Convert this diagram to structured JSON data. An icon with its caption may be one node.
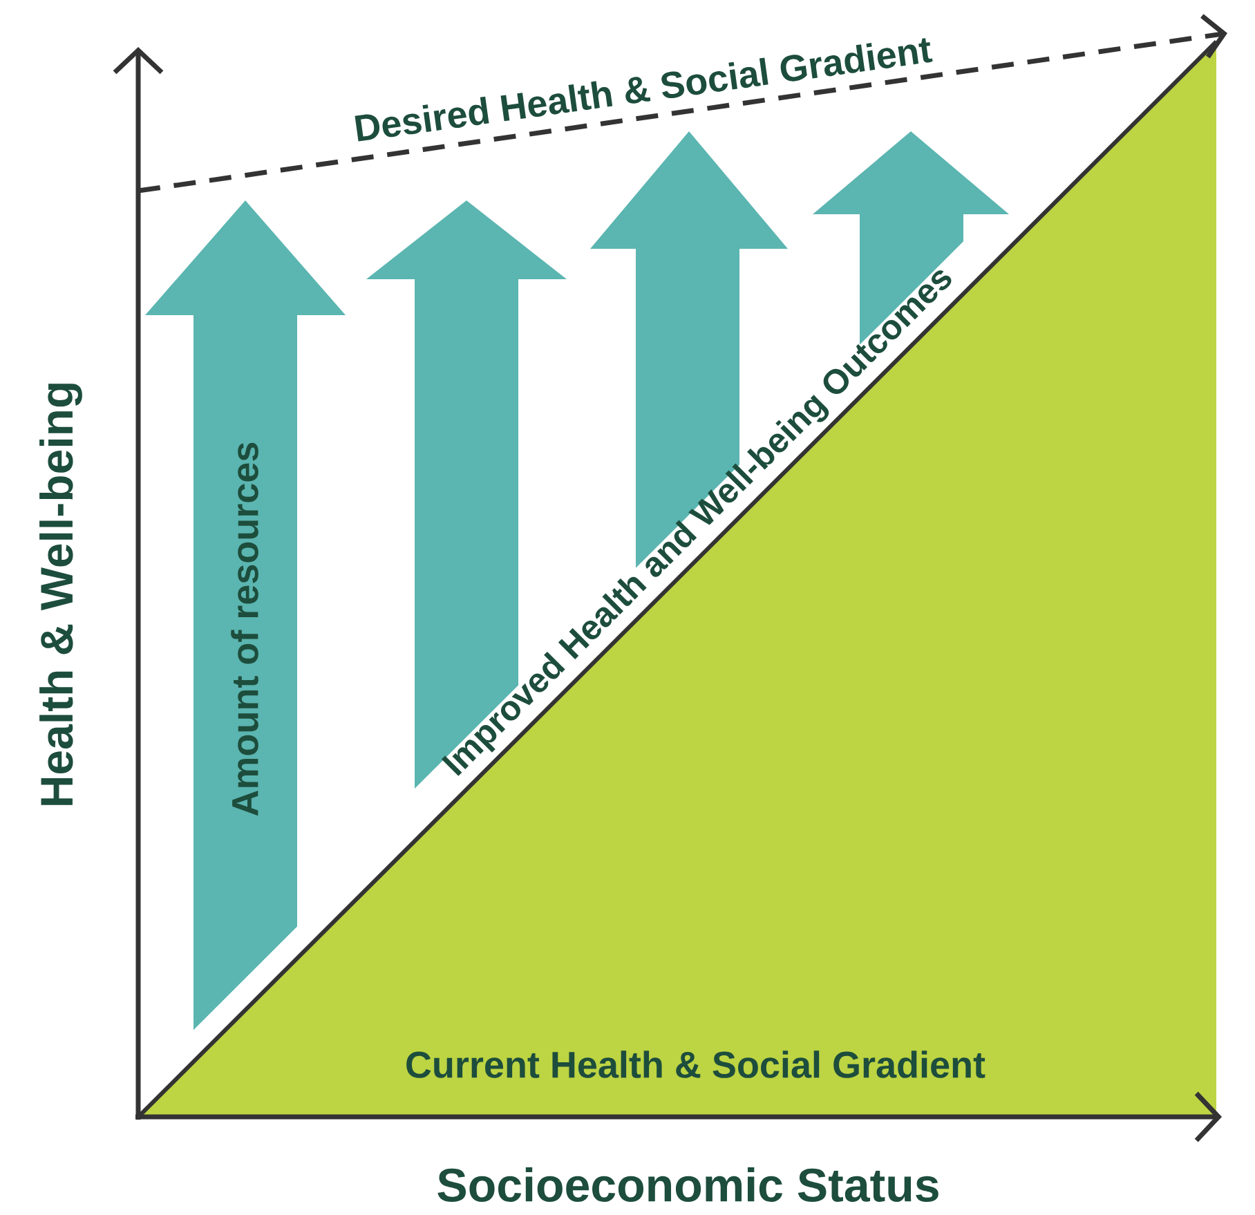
{
  "diagram": {
    "labels": [
      "Desired Health & Social Gradient",
      "Health & Well-being",
      "Amount of resources",
      "Improved Health and Well-being Outcomes",
      "Current Health & Social Gradient",
      "Socioeconomic Status"
    ]
  }
}
